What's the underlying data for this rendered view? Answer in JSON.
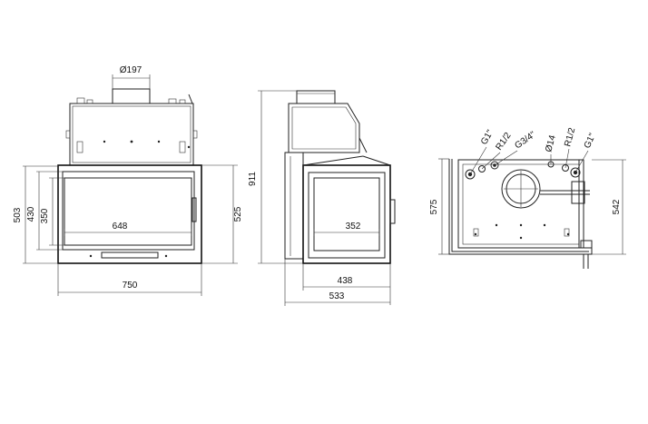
{
  "colors": {
    "line": "#222222",
    "background": "#ffffff"
  },
  "front_view": {
    "flue_diameter": "Ø197",
    "width_total": "750",
    "glass_width": "648",
    "height_left_outer": "503",
    "height_left_mid": "430",
    "height_left_inner": "350",
    "height_right": "525"
  },
  "side_view": {
    "height_total": "911",
    "glass_width": "352",
    "depth_inner": "438",
    "depth_total": "533"
  },
  "top_view": {
    "connections": [
      "G1\"",
      "R1/2",
      "G3/4\"",
      "Ø14",
      "R1/2",
      "G1\""
    ],
    "height_left": "575",
    "height_right": "542"
  }
}
